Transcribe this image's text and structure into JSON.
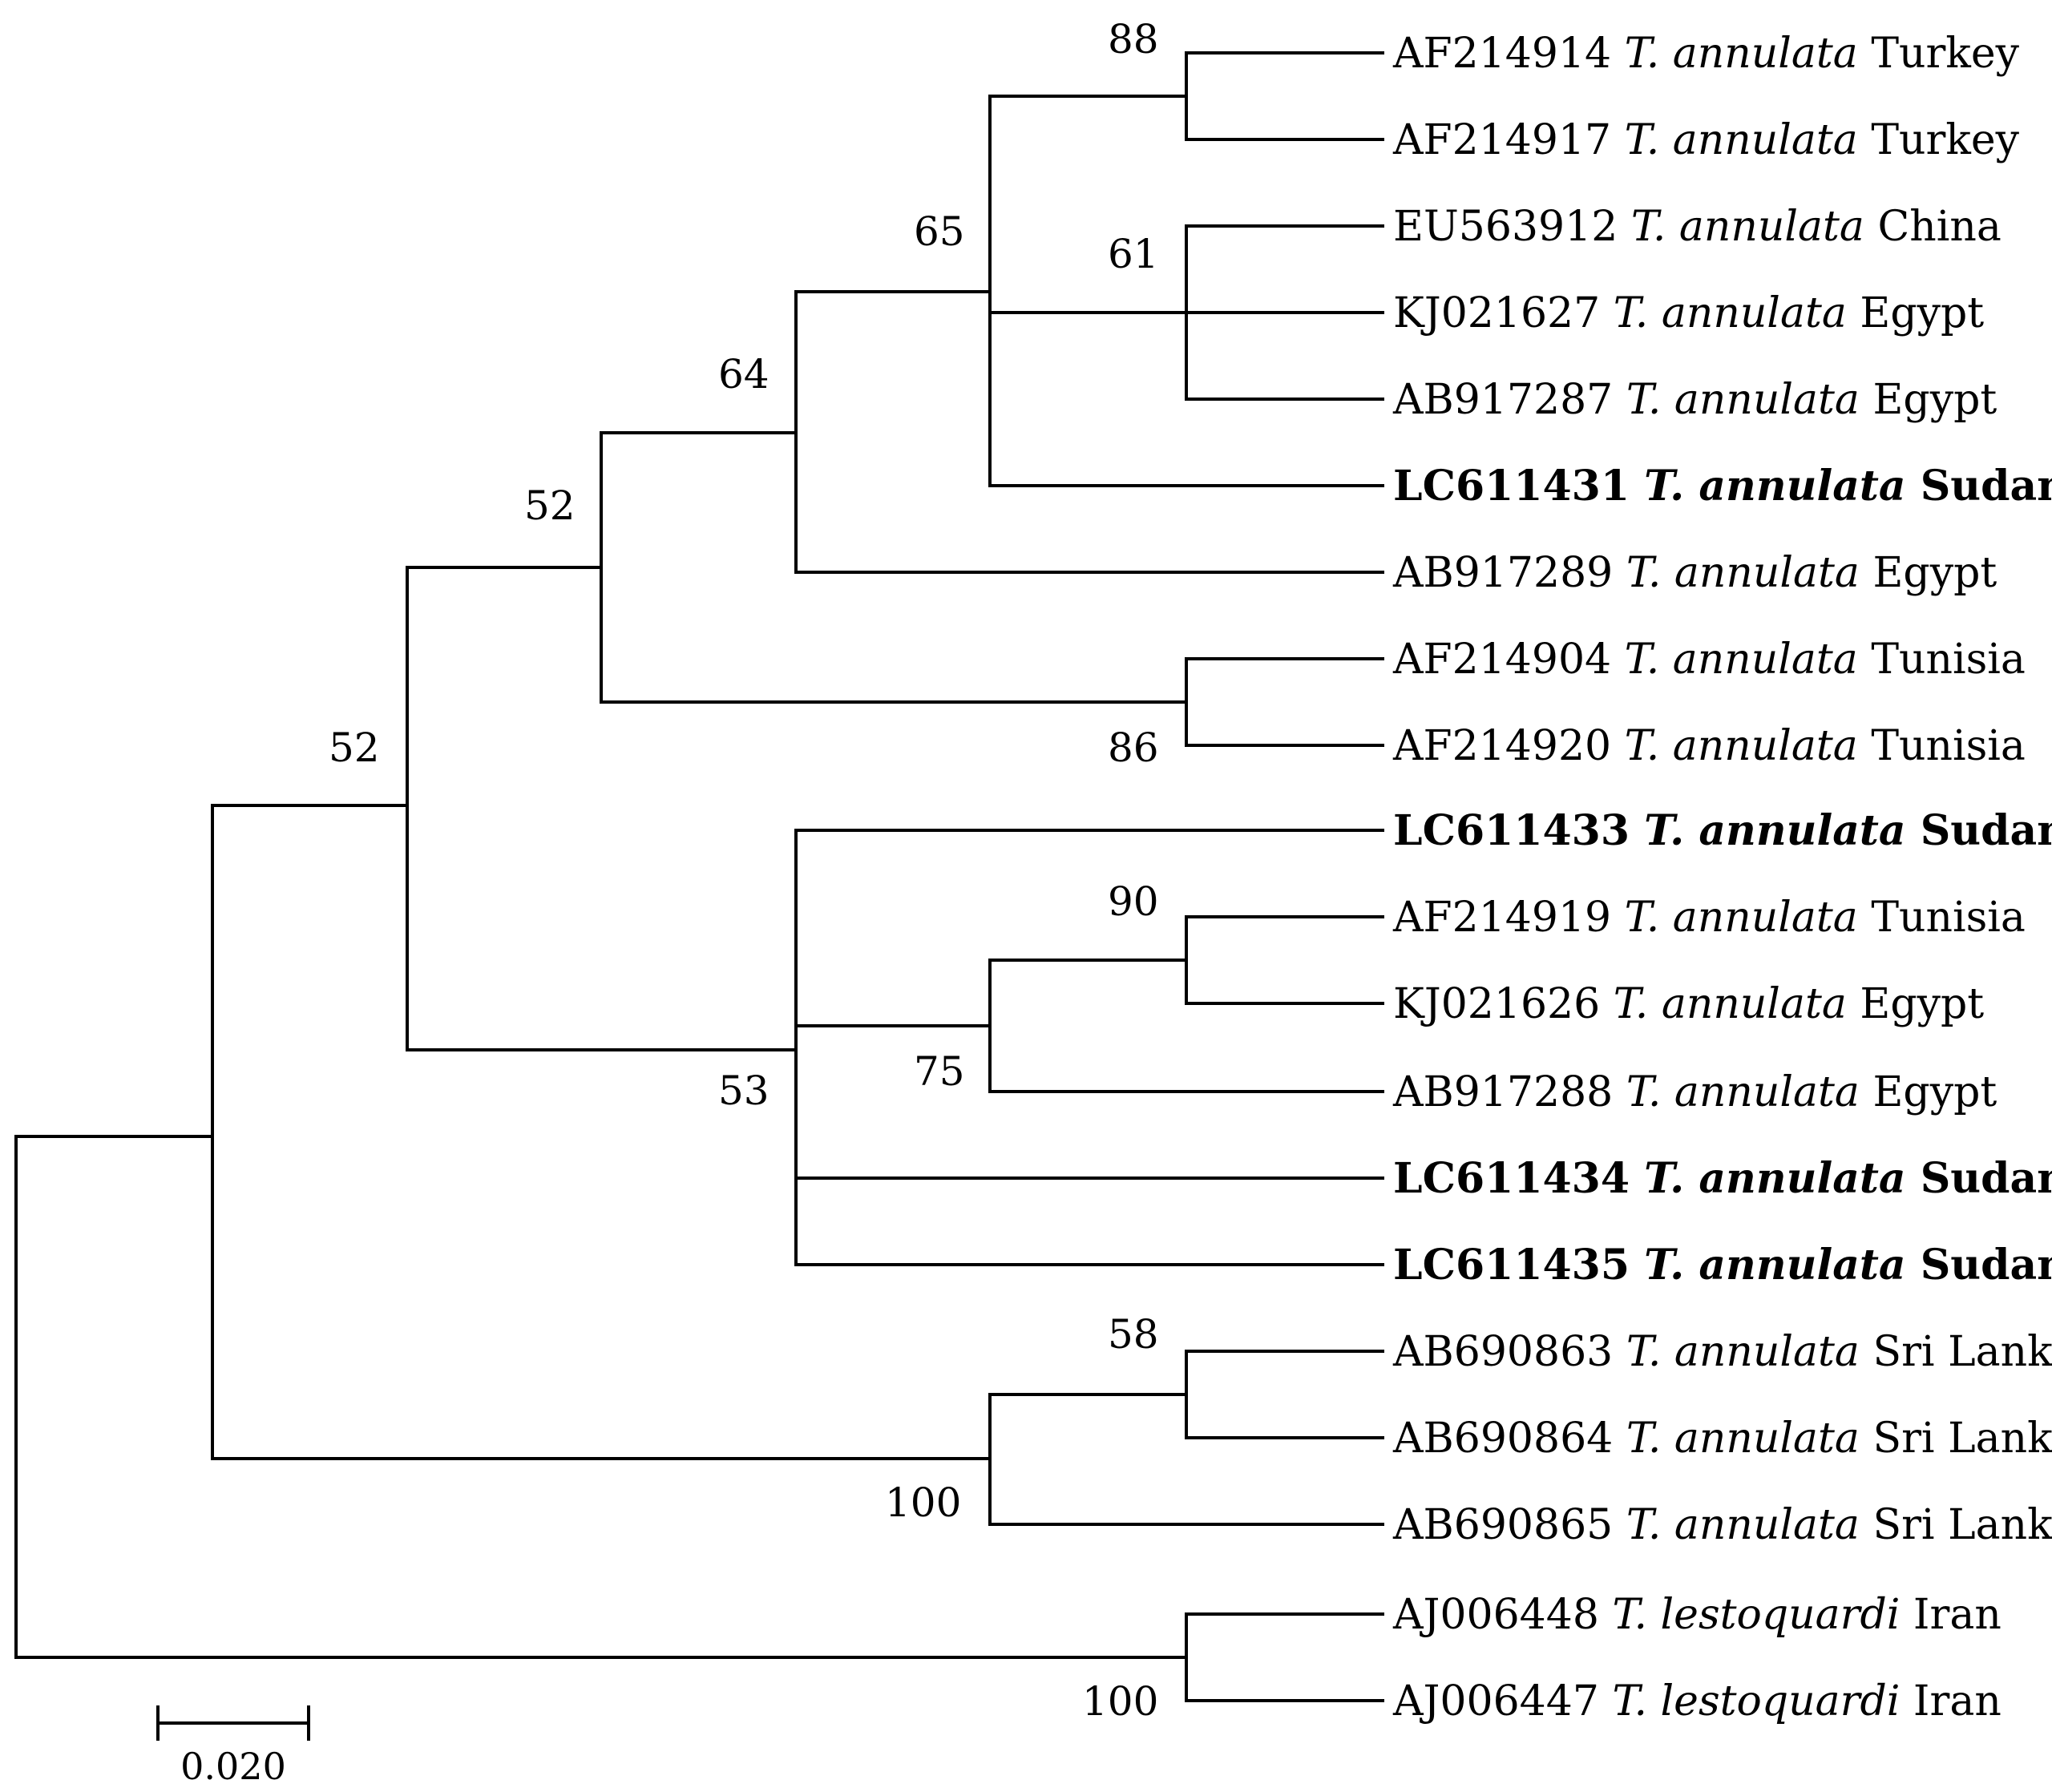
{
  "taxa": [
    {
      "accession": "AF214914",
      "species": "T. annulata",
      "country": "Turkey",
      "bold": false
    },
    {
      "accession": "AF214917",
      "species": "T. annulata",
      "country": "Turkey",
      "bold": false
    },
    {
      "accession": "EU563912",
      "species": "T. annulata",
      "country": "China",
      "bold": false
    },
    {
      "accession": "KJ021627",
      "species": "T. annulata",
      "country": "Egypt",
      "bold": false
    },
    {
      "accession": "AB917287",
      "species": "T. annulata",
      "country": "Egypt",
      "bold": false
    },
    {
      "accession": "LC611431",
      "species": "T. annulata",
      "country": "Sudan",
      "bold": true
    },
    {
      "accession": "AB917289",
      "species": "T. annulata",
      "country": "Egypt",
      "bold": false
    },
    {
      "accession": "AF214904",
      "species": "T. annulata",
      "country": "Tunisia",
      "bold": false
    },
    {
      "accession": "AF214920",
      "species": "T. annulata",
      "country": "Tunisia",
      "bold": false
    },
    {
      "accession": "LC611433",
      "species": "T. annulata",
      "country": "Sudan",
      "bold": true
    },
    {
      "accession": "AF214919",
      "species": "T. annulata",
      "country": "Tunisia",
      "bold": false
    },
    {
      "accession": "KJ021626",
      "species": "T. annulata",
      "country": "Egypt",
      "bold": false
    },
    {
      "accession": "AB917288",
      "species": "T. annulata",
      "country": "Egypt",
      "bold": false
    },
    {
      "accession": "LC611434",
      "species": "T. annulata",
      "country": "Sudan",
      "bold": true
    },
    {
      "accession": "LC611435",
      "species": "T. annulata",
      "country": "Sudan",
      "bold": true
    },
    {
      "accession": "AB690863",
      "species": "T. annulata",
      "country": "Sri Lanka",
      "bold": false
    },
    {
      "accession": "AB690864",
      "species": "T. annulata",
      "country": "Sri Lanka",
      "bold": false
    },
    {
      "accession": "AB690865",
      "species": "T. annulata",
      "country": "Sri Lanka",
      "bold": false
    },
    {
      "accession": "AJ006448",
      "species": "T. lestoquardi",
      "country": "Iran",
      "bold": false
    },
    {
      "accession": "AJ006447",
      "species": "T. lestoquardi",
      "country": "Iran",
      "bold": false
    }
  ],
  "bootstrap": [
    "88",
    "61",
    "65",
    "64",
    "52",
    "86",
    "52",
    "90",
    "75",
    "53",
    "58",
    "100",
    "100"
  ],
  "scale_bar": {
    "label": "0.020",
    "value": 0.02
  }
}
